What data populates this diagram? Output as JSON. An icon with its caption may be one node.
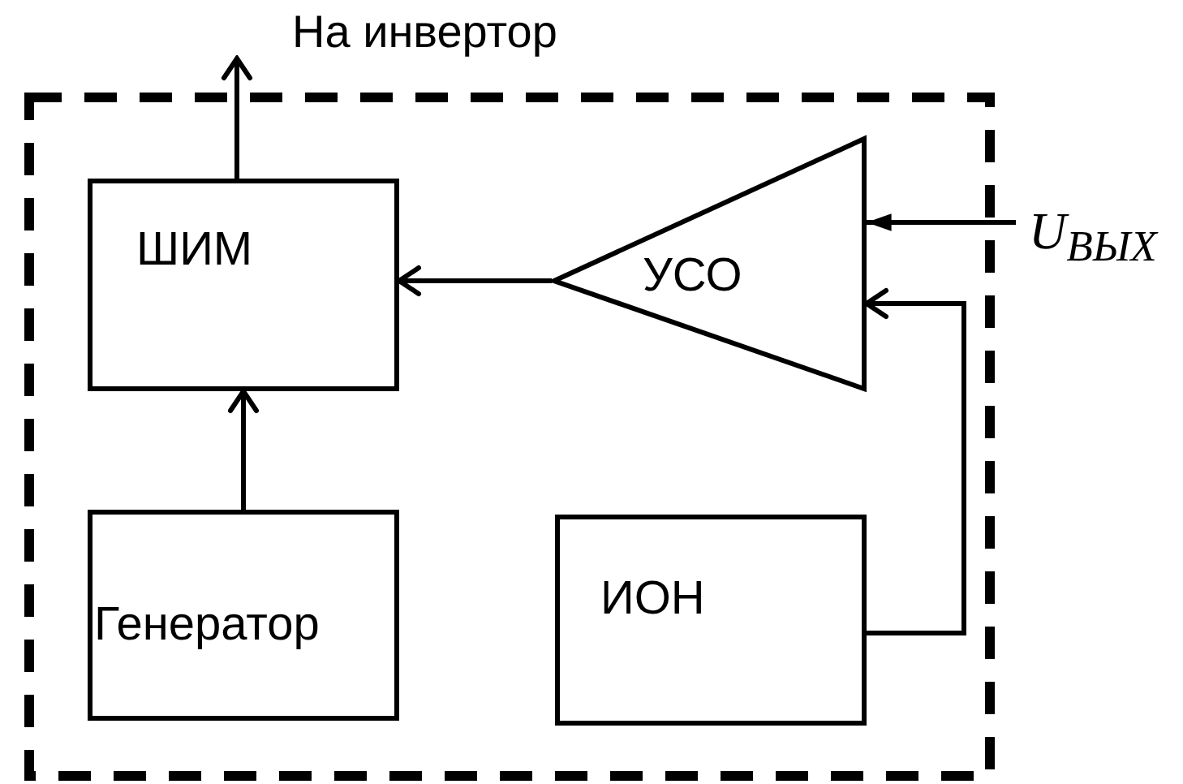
{
  "diagram": {
    "nodes": [
      {
        "text": [],
        "shape": "box"
      },
      {
        "text": [
          "ШИМ"
        ],
        "in": 0
      },
      {
        "text": [
          "Генератор"
        ],
        "in": 0
      },
      {
        "text": [
          "УСО"
        ],
        "in": 0
      },
      {
        "text": [
          "ИОН"
        ],
        "in": 0
      },
      {
        "text": [
          "На инвертор"
        ]
      },
      {
        "text": [
          "U$_{ВЫХ}$"
        ]
      }
    ],
    "edges": [
      {
        "from": 1,
        "to": 5,
        "arrow": "to"
      },
      {
        "from": 2,
        "to": 1,
        "arrow": "to"
      },
      {
        "from": 3,
        "to": 1,
        "arrow": "to"
      },
      {
        "from": 6,
        "to": 3,
        "arrow": "to"
      },
      {
        "from": 4,
        "to": 3,
        "arrow": "to"
      }
    ]
  }
}
